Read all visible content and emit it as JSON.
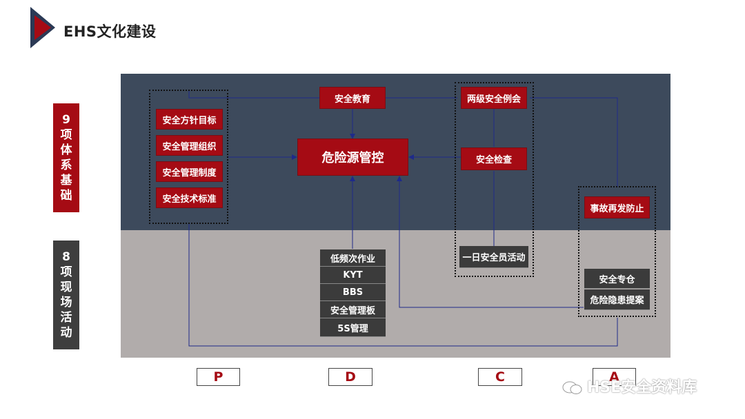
{
  "header": {
    "title": "EHS文化建设"
  },
  "left_labels": {
    "system": {
      "number": "9",
      "chars": [
        "项",
        "体",
        "系",
        "基",
        "础"
      ]
    },
    "field": {
      "number": "8",
      "chars": [
        "项",
        "现",
        "场",
        "活",
        "动"
      ]
    }
  },
  "center": {
    "core": "危险源管控",
    "education": "安全教育"
  },
  "plan_items": [
    "安全方针目标",
    "安全管理组织",
    "安全管理制度",
    "安全技术标准"
  ],
  "do_items": [
    "低频次作业",
    "KYT",
    "BBS",
    "安全管理板",
    "5S管理"
  ],
  "check_items": {
    "meeting": "两级安全例会",
    "inspection": "安全检查",
    "daily": "一日安全员活动"
  },
  "act_items": {
    "prevent": "事故再发防止",
    "special": "安全专仓",
    "hazard": "危险隐患提案"
  },
  "pdca": [
    "P",
    "D",
    "C",
    "A"
  ],
  "watermark": "HSE安全资料库",
  "colors": {
    "red": "#a50b14",
    "navy": "#3d4a5c",
    "gray": "#b1acab",
    "dark": "#3b3b3b",
    "line": "#1e2a8a"
  }
}
